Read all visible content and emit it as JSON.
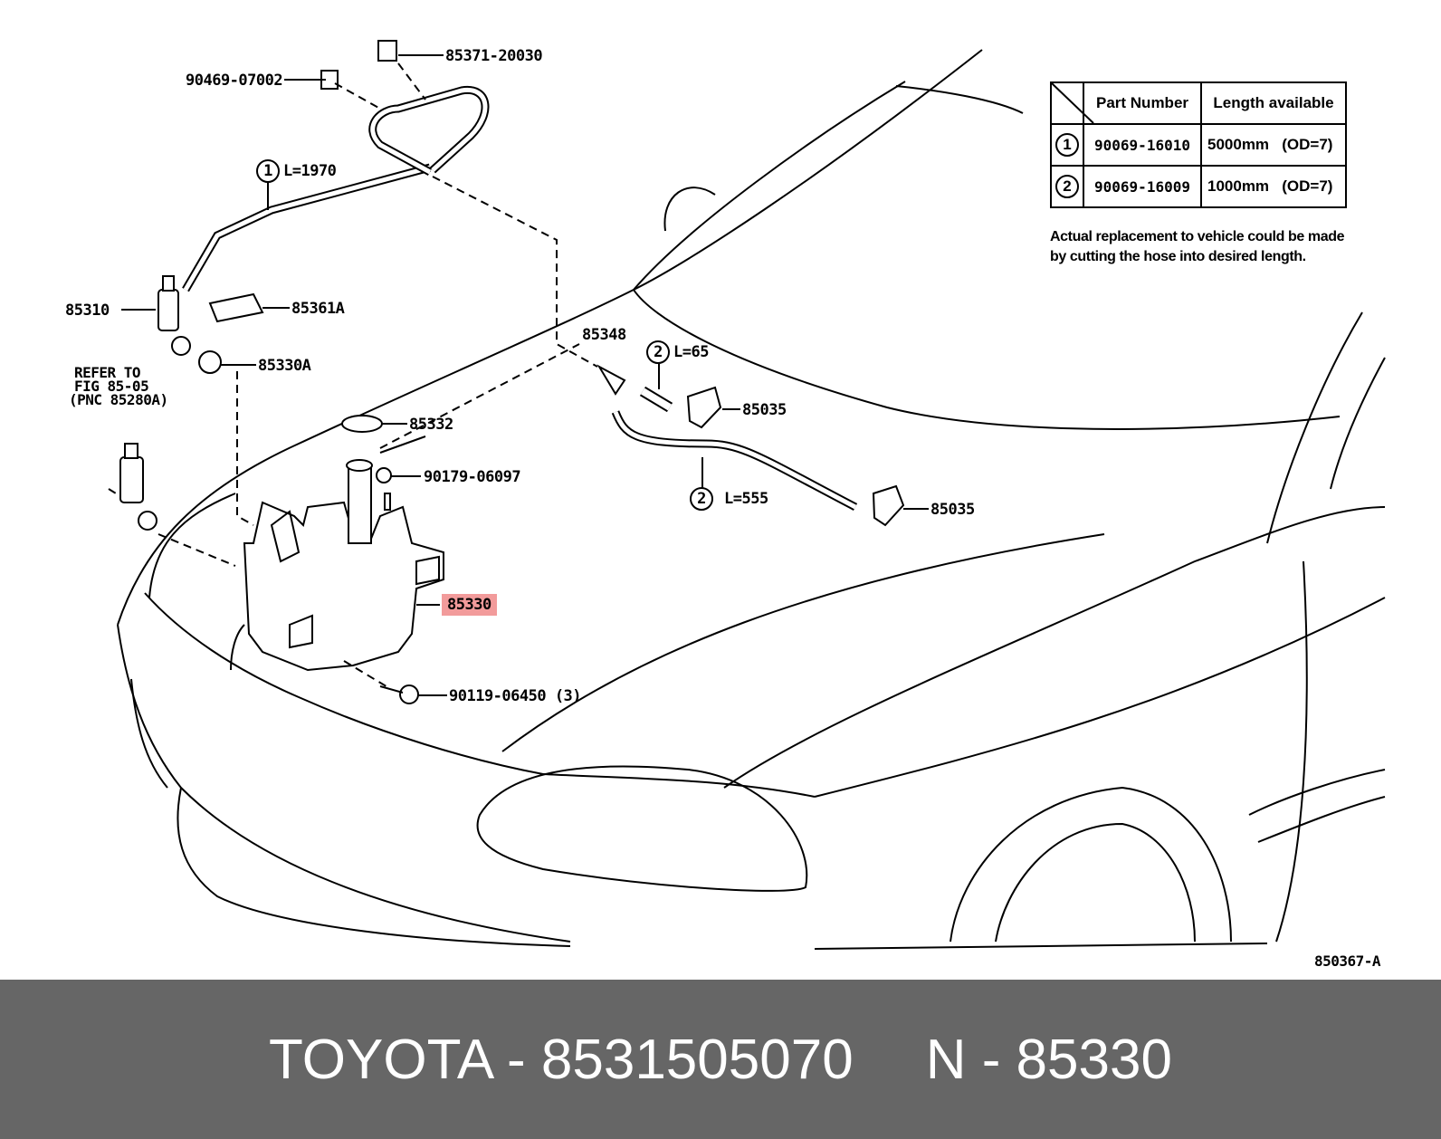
{
  "callouts": {
    "p85371": "85371-20030",
    "p90469": "90469-07002",
    "hose1_num": "1",
    "hose1_len": "L=1970",
    "p85310": "85310",
    "p85361A": "85361A",
    "p85330A": "85330A",
    "refer": [
      "REFER TO",
      "FIG 85-05",
      "(PNC 85280A)"
    ],
    "p85332": "85332",
    "p90179": "90179-06097",
    "p85348": "85348",
    "hose2a_num": "2",
    "hose2a_len": "L=65",
    "p85035a": "85035",
    "hose2b_num": "2",
    "hose2b_len": "L=555",
    "p85035b": "85035",
    "p85330": "85330",
    "p90119": "90119-06450 (3)",
    "figure_id": "850367-A"
  },
  "hose_table": {
    "headers": [
      "Part Number",
      "Length available"
    ],
    "rows": [
      {
        "num": "1",
        "part": "90069-16010",
        "length": "5000mm",
        "od": "(OD=7)"
      },
      {
        "num": "2",
        "part": "90069-16009",
        "length": "1000mm",
        "od": "(OD=7)"
      }
    ],
    "note": [
      "Actual replacement to vehicle could be made",
      "by cutting the hose into desired length."
    ]
  },
  "footer": {
    "brand_part": "TOYOTA - 8531505070",
    "pnc": "N - 85330"
  },
  "colors": {
    "highlight": "#f29b9b",
    "footer_bg": "#666666"
  }
}
